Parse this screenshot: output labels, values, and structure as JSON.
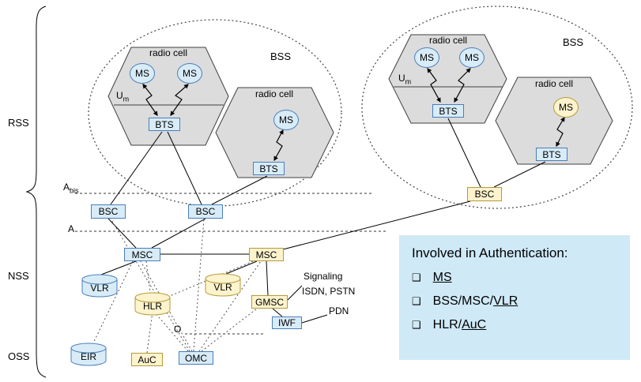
{
  "labels": {
    "rss": "RSS",
    "nss": "NSS",
    "oss": "OSS",
    "bss": "BSS",
    "radio_cell": "radio cell",
    "ms": "MS",
    "bts": "BTS",
    "bsc": "BSC",
    "msc": "MSC",
    "vlr": "VLR",
    "hlr": "HLR",
    "eir": "EIR",
    "auc": "AuC",
    "omc": "OMC",
    "gmsc": "GMSC",
    "iwf": "IWF",
    "um_base": "U",
    "um_sub": "m",
    "abis_base": "A",
    "abis_sub": "bis",
    "a_interface": "A",
    "o_interface": "O",
    "signaling": "Signaling",
    "isdn_pstn": "ISDN, PSTN",
    "pdn": "PDN"
  },
  "info_box": {
    "title": "Involved in Authentication:",
    "bullet": "❑",
    "items": [
      {
        "pre": "",
        "underline": "MS"
      },
      {
        "pre": "BSS/MSC/",
        "underline": "VLR"
      },
      {
        "pre": "HLR/",
        "underline": "AuC"
      }
    ]
  },
  "colors": {
    "blue_fill": "#d8ecf7",
    "blue_border": "#4a7ebb",
    "yellow_fill": "#fdf3cd",
    "yellow_border": "#b59a38",
    "hex_fill": "#dcdcdc",
    "info_fill": "#cfe9f7"
  }
}
